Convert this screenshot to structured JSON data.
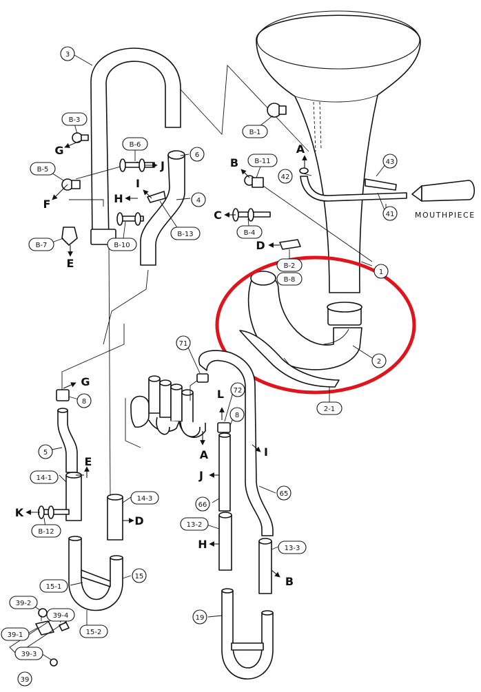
{
  "diagram": {
    "highlight_color": "#e0141c",
    "ink_color": "#111111",
    "mouthpiece_label": "MOUTHPIECE",
    "callouts": {
      "c3": "3",
      "c6": "6",
      "c4": "4",
      "cB1": "B-1",
      "cB3": "B-3",
      "cB5": "B-5",
      "cB6": "B-6",
      "cB7": "B-7",
      "cB10": "B-10",
      "cB13": "B-13",
      "cB11": "B-11",
      "cB4": "B-4",
      "cB2": "B-2",
      "cB8": "B-8",
      "c42": "42",
      "c43": "43",
      "c41": "41",
      "c1": "1",
      "c2": "2",
      "c2_1": "2-1",
      "c71": "71",
      "c72": "72",
      "c8a": "8",
      "c8b": "8",
      "c5": "5",
      "c14_1": "14-1",
      "c14_3": "14-3",
      "cB12": "B-12",
      "c15": "15",
      "c15_1": "15-1",
      "c15_2": "15-2",
      "c39_2": "39-2",
      "c39_4": "39-4",
      "c39_1": "39-1",
      "c39_3": "39-3",
      "c39": "39",
      "c65": "65",
      "c66": "66",
      "c13_2": "13-2",
      "c13_3": "13-3",
      "c19": "19"
    },
    "letters": {
      "A_top": "A",
      "B_top": "B",
      "C": "C",
      "D_top": "D",
      "G_top": "G",
      "J_top": "J",
      "I_top": "I",
      "H_top": "H",
      "F": "F",
      "E_top": "E",
      "G_mid": "G",
      "E_mid": "E",
      "K": "K",
      "D_mid": "D",
      "A_mid": "A",
      "L": "L",
      "J_mid": "J",
      "I_mid": "I",
      "H_mid": "H",
      "B_mid": "B"
    }
  }
}
